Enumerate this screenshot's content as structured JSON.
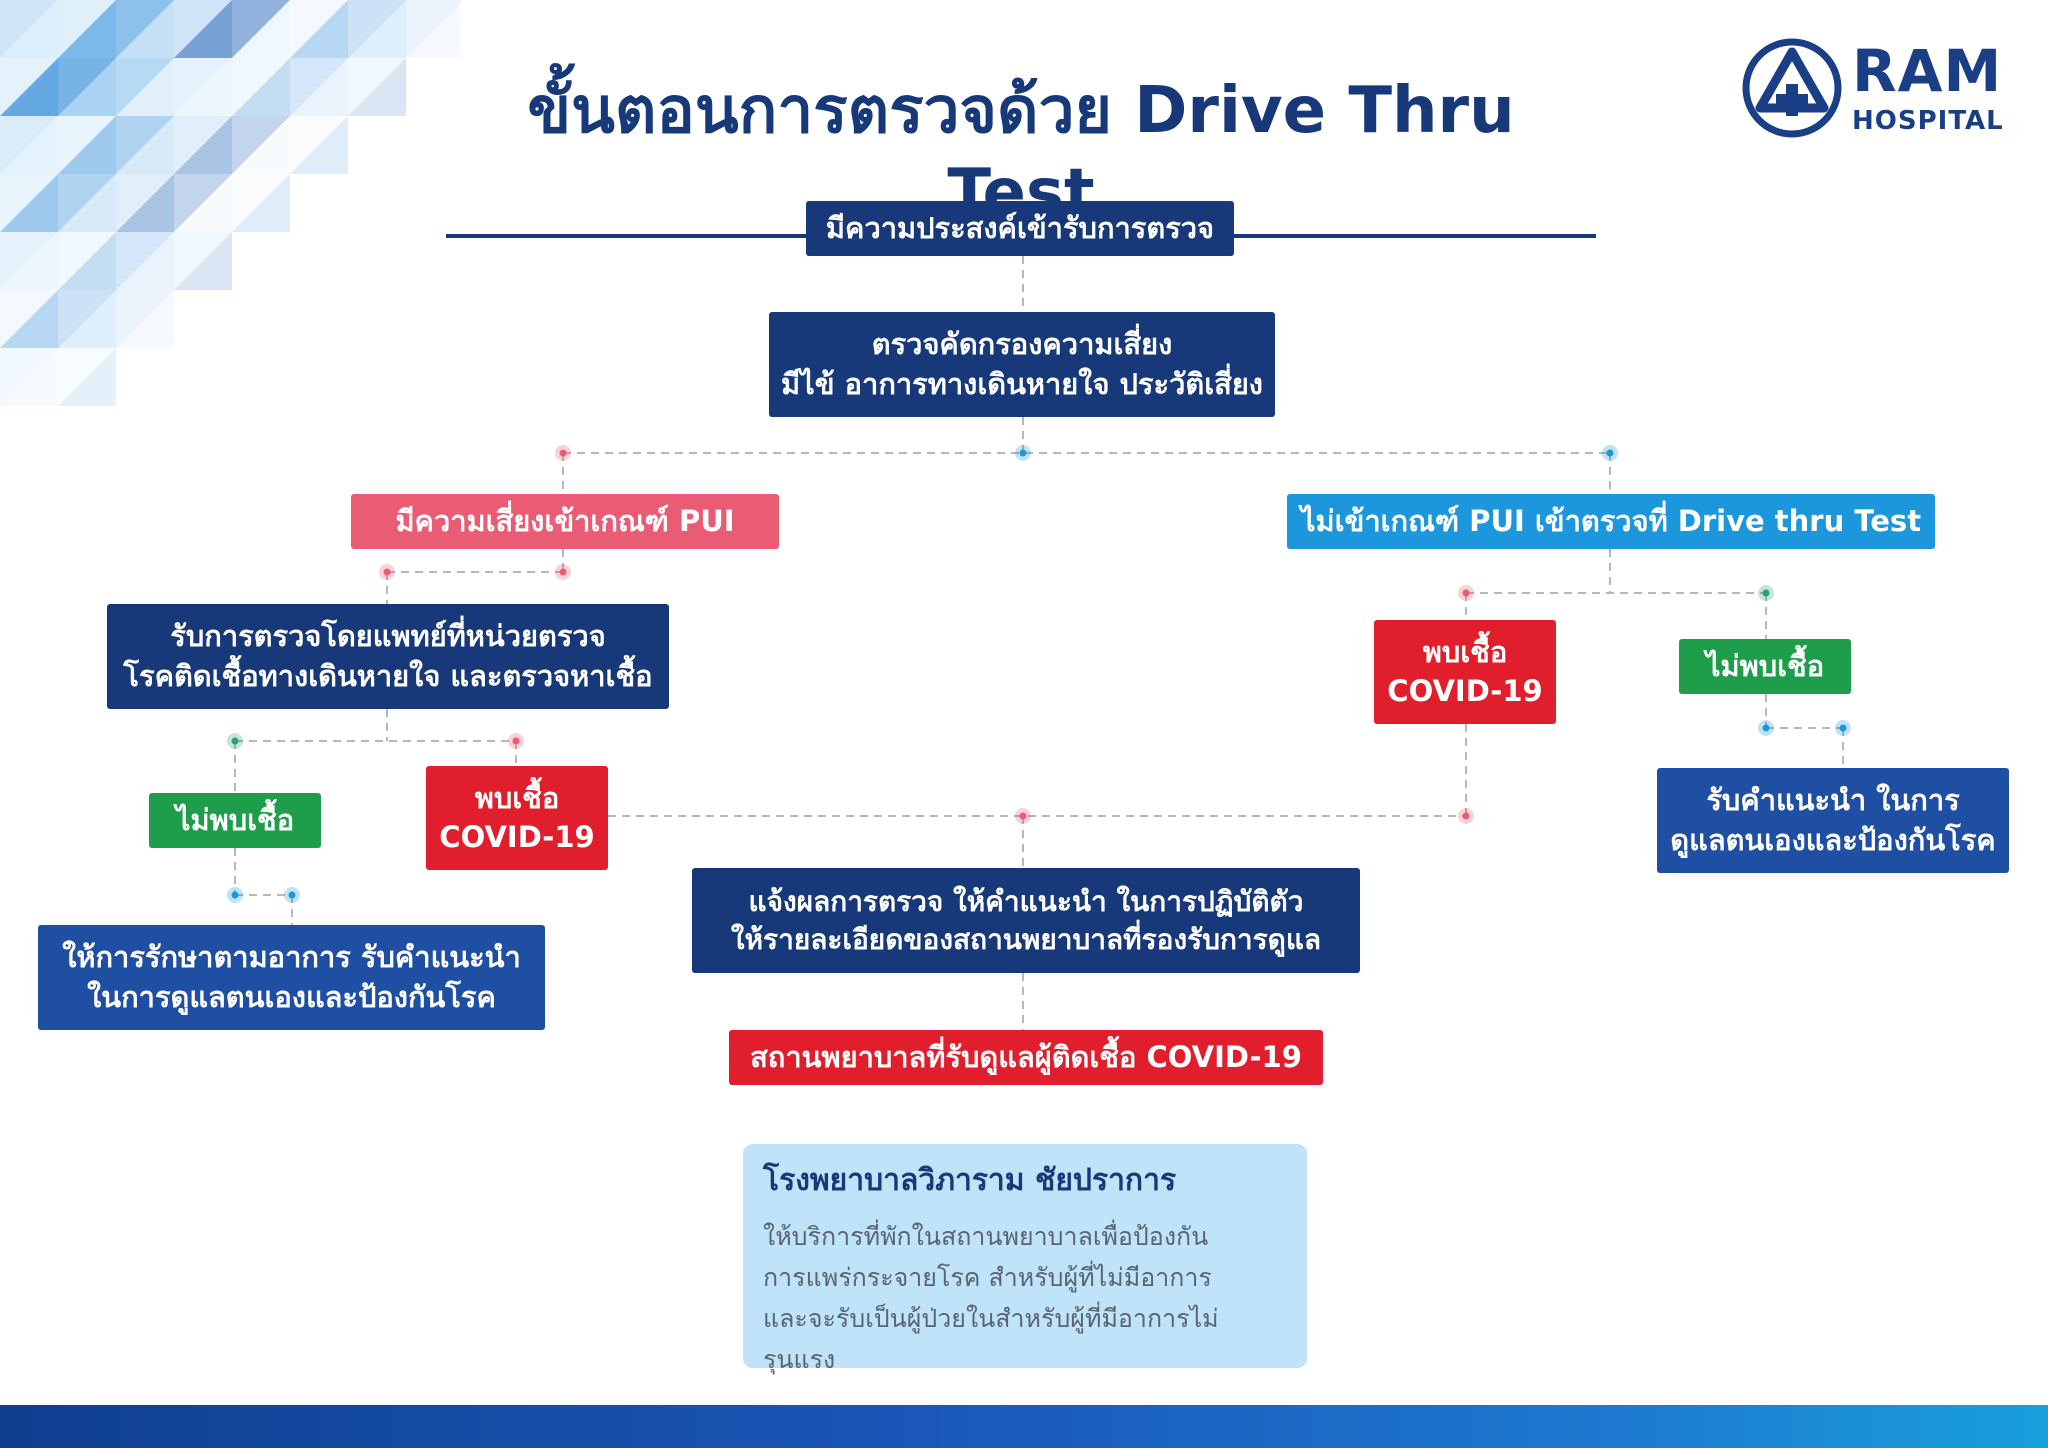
{
  "title": "ขั้นตอนการตรวจด้วย Drive Thru Test",
  "logo": {
    "name": "RAM",
    "sub": "HOSPITAL"
  },
  "flow": {
    "start": "มีความประสงค์เข้ารับการตรวจ",
    "screen": [
      "ตรวจคัดกรองความเสี่ยง",
      "มีไข้ อาการทางเดินหายใจ ประวัติเสี่ยง"
    ],
    "pui": "มีความเสี่ยงเข้าเกณฑ์ PUI",
    "non_pui": "ไม่เข้าเกณฑ์ PUI เข้าตรวจที่ Drive thru Test",
    "doctor": [
      "รับการตรวจโดยแพทย์ที่หน่วยตรวจ",
      "โรคติดเชื้อทางเดินหายใจ และตรวจหาเชื้อ"
    ],
    "left_negative": "ไม่พบเชื้อ",
    "left_positive": [
      "พบเชื้อ",
      "COVID-19"
    ],
    "left_care": [
      "ให้การรักษาตามอาการ รับคำแนะนำ",
      "ในการดูแลตนเองและป้องกันโรค"
    ],
    "right_positive": [
      "พบเชื้อ",
      "COVID-19"
    ],
    "right_negative": "ไม่พบเชื้อ",
    "right_care": [
      "รับคำแนะนำ ในการ",
      "ดูแลตนเองและป้องกันโรค"
    ],
    "notify": [
      "แจ้งผลการตรวจ ให้คำแนะนำ ในการปฏิบัติตัว",
      "ให้รายละเอียดของสถานพยาบาลที่รองรับการดูแล"
    ],
    "hospital": "สถานพยาบาลที่รับดูแลผู้ติดเชื้อ COVID-19"
  },
  "info": {
    "title": "โรงพยาบาลวิภาราม ชัยปราการ",
    "lines": [
      "ให้บริการที่พักในสถานพยาบาลเพื่อป้องกัน",
      "การแพร่กระจายโรค สำหรับผู้ที่ไม่มีอาการ",
      "และจะรับเป็นผู้ป่วยในสำหรับผู้ที่มีอาการไม่รุนแรง"
    ]
  },
  "colors": {
    "navy": "#17397a",
    "blue": "#1f4fa3",
    "pink": "#ea5c73",
    "sky": "#1d97dc",
    "red": "#e11f2c",
    "green": "#1e9e4a",
    "info_bg": "#bfe3f8"
  },
  "icons": {
    "logo": "triangle-cross-logo-icon",
    "connector": "dot-node-icon"
  }
}
